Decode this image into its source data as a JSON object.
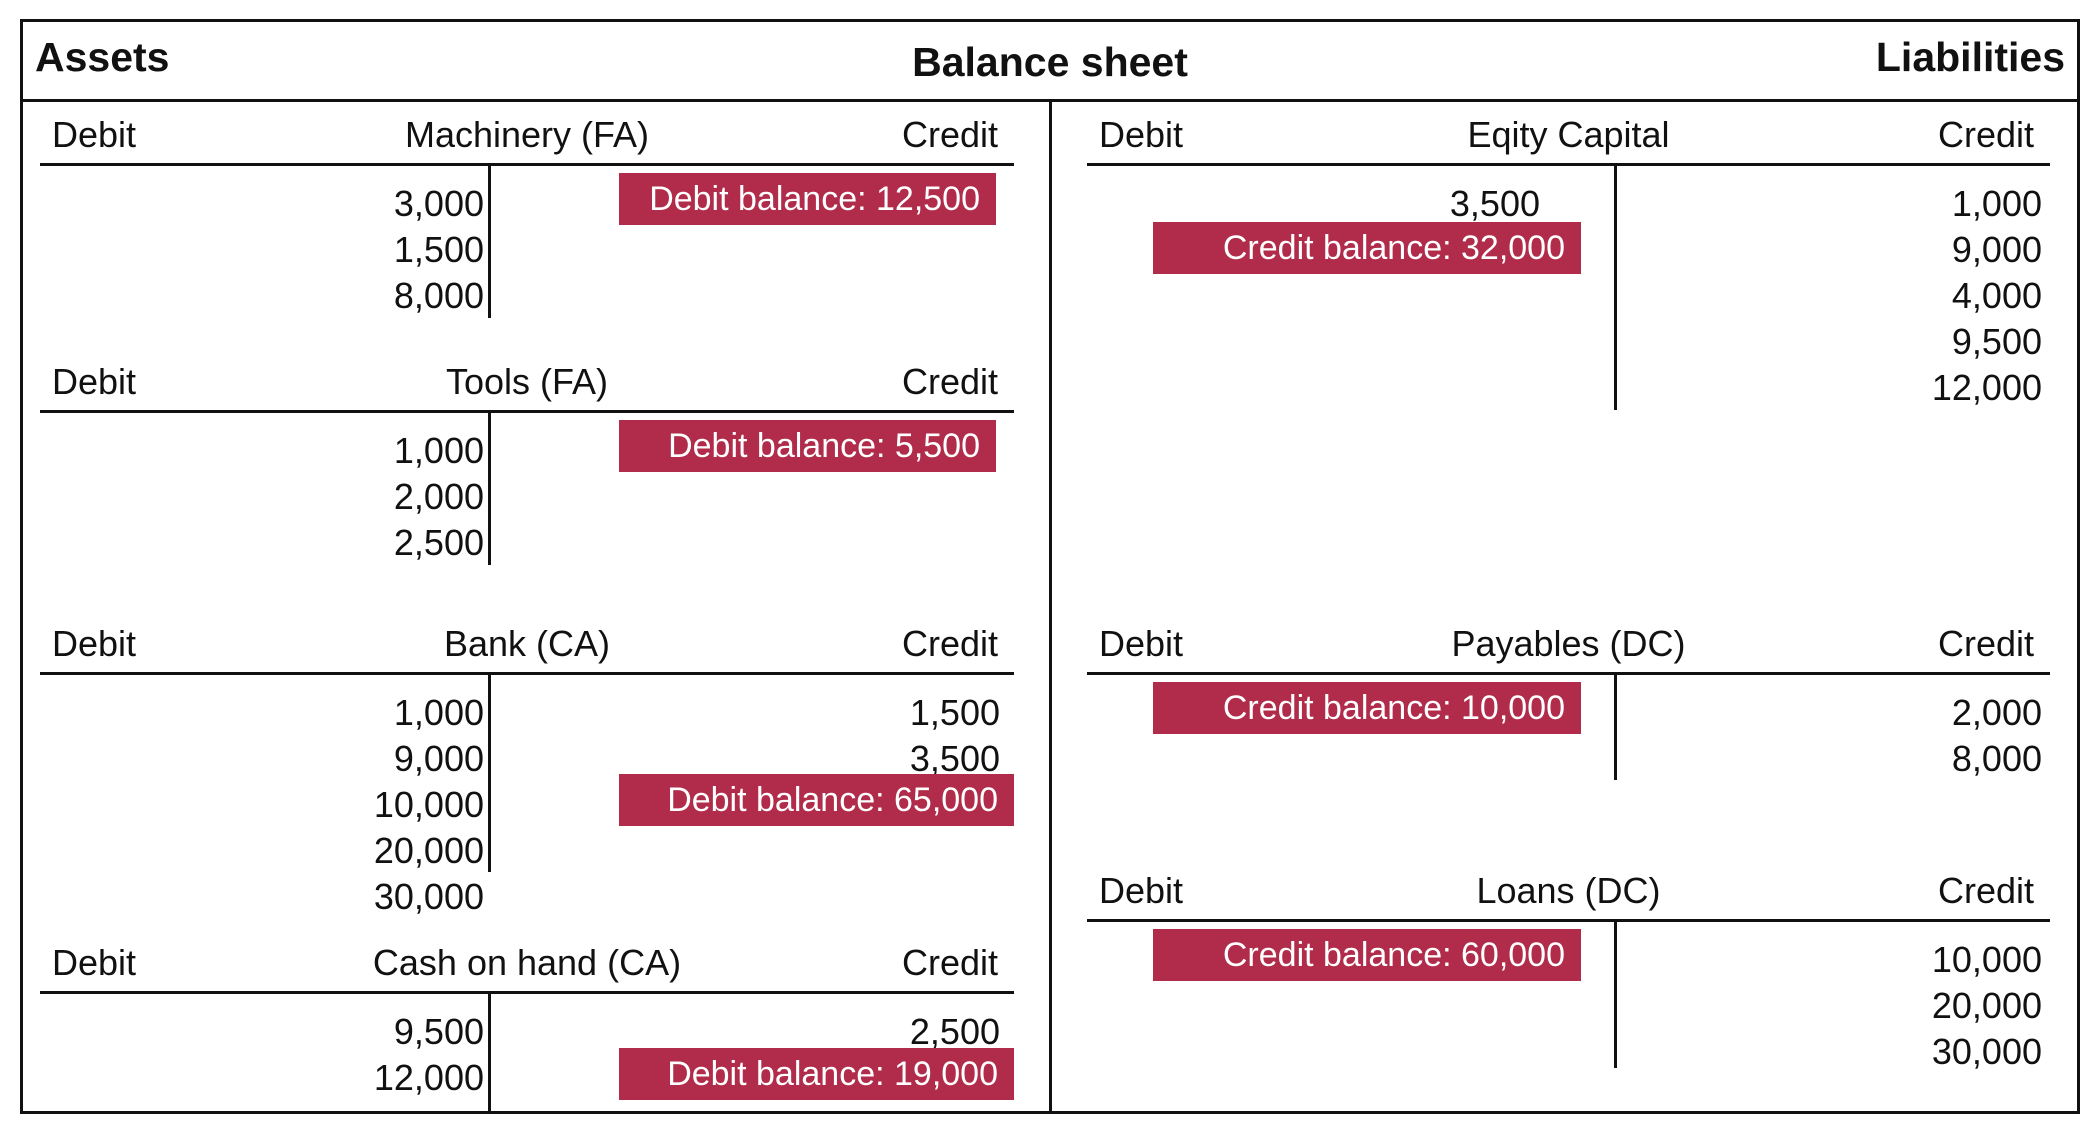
{
  "header": {
    "left": "Assets",
    "title": "Balance sheet",
    "right": "Liabilities"
  },
  "labels": {
    "debit": "Debit",
    "credit": "Credit"
  },
  "accounts": {
    "machinery": {
      "title": "Machinery (FA)",
      "debits": [
        "3,000",
        "1,500",
        "8,000"
      ],
      "credits": [],
      "balance": "Debit balance: 12,500"
    },
    "tools": {
      "title": "Tools (FA)",
      "debits": [
        "1,000",
        "2,000",
        "2,500"
      ],
      "credits": [],
      "balance": "Debit balance: 5,500"
    },
    "bank": {
      "title": "Bank (CA)",
      "debits": [
        "1,000",
        "9,000",
        "10,000",
        "20,000",
        "30,000"
      ],
      "credits": [
        "1,500",
        "3,500"
      ],
      "balance": "Debit balance: 65,000"
    },
    "cash": {
      "title": "Cash on hand (CA)",
      "debits": [
        "9,500",
        "12,000"
      ],
      "credits": [
        "2,500"
      ],
      "balance": "Debit balance: 19,000"
    },
    "equity": {
      "title": "Eqity Capital",
      "debits": [
        "3,500"
      ],
      "credits": [
        "1,000",
        "9,000",
        "4,000",
        "9,500",
        "12,000"
      ],
      "balance": "Credit balance: 32,000"
    },
    "payables": {
      "title": "Payables (DC)",
      "debits": [],
      "credits": [
        "2,000",
        "8,000"
      ],
      "balance": "Credit balance: 10,000"
    },
    "loans": {
      "title": "Loans (DC)",
      "debits": [],
      "credits": [
        "10,000",
        "20,000",
        "30,000"
      ],
      "balance": "Credit balance: 60,000"
    }
  },
  "colors": {
    "balance_badge": "#b02c4a",
    "lines": "#111111"
  }
}
